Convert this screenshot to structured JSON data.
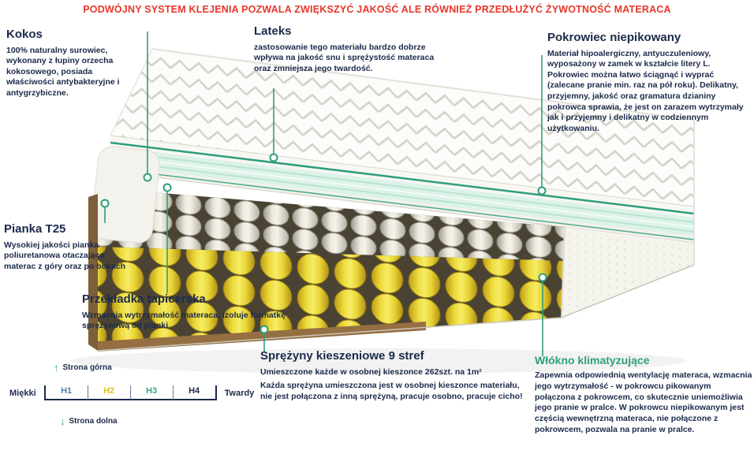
{
  "header": {
    "text": "PODWÓJNY SYSTEM KLEJENIA POZWALA ZWIĘKSZYĆ JAKOŚĆ ALE RÓWNIEŻ PRZEDŁUŻYĆ ŻYWOTNOŚĆ MATERACA",
    "color": "#E8362A"
  },
  "labels": {
    "kokos": {
      "title": "Kokos",
      "text": "100% naturalny surowiec, wykonany z łupiny orzecha kokosowego, posiada właściwości antybakteryjne i antygrzybiczne."
    },
    "lateks": {
      "title": "Lateks",
      "text": "zastosowanie tego materiału bardzo dobrze wpływa na jakość snu i sprężystość materaca oraz zmniejsza jego twardość."
    },
    "pokrowiec": {
      "title": "Pokrowiec niepikowany",
      "text": "Materiał hipoalergiczny, antyuczuleniowy, wyposażony w zamek w kształcie litery L. Pokrowiec można łatwo ściągnąć i wyprać (zalecane pranie min. raz na pół roku). Delikatny, przyjemny, jakość oraz gramatura dzianiny pokrowca sprawia, że jest on zarazem wytrzymały jak i przyjemny i delikatny w codziennym użytkowaniu."
    },
    "pianka": {
      "title": "Pianka T25",
      "text": "Wysokiej jakości pianka poliuretanowa otaczająca materac z góry oraz po bokach"
    },
    "przekladka": {
      "title": "Przekładka tapicerska",
      "text": "Wzmacnia wytrzymałość materaca, izoluje formatkę sprężynową od pianki"
    },
    "sprezyny": {
      "title": "Sprężyny kieszeniowe 9 stref",
      "text1": "Umieszczone każde w osobnej kieszonce 262szt. na 1m²",
      "text2": "Każda sprężyna umieszczona jest w osobnej kieszonce materiału, nie jest połączona z inną sprężyną, pracuje osobno, pracuje cicho!"
    },
    "wlokno": {
      "title": "Włókno klimatyzujące",
      "text": "Zapewnia odpowiednią wentylację materaca, wzmacnia jego wytrzymałość - w pokrowcu pikowanym połączona z pokrowcem, co skutecznie uniemożliwia jego pranie w pralce. W pokrowcu niepikowanym jest częścią wewnętrzną materaca, nie połączone z pokrowcem, pozwala na pranie w pralce."
    }
  },
  "scale": {
    "soft_label": "Miękki",
    "hard_label": "Twardy",
    "top_side": "Strona górna",
    "bottom_side": "Strona dolna",
    "levels": [
      {
        "label": "H1",
        "color": "#4D7FB3"
      },
      {
        "label": "H2",
        "color": "#DDBE2A"
      },
      {
        "label": "H3",
        "color": "#3AA788"
      },
      {
        "label": "H4",
        "color": "#1B2A4A"
      }
    ]
  },
  "icons": {
    "arrow_up": "↑",
    "arrow_down": "↓"
  },
  "colors": {
    "accent_teal": "#2E9E7E",
    "header_red": "#E8362A",
    "text_navy": "#1B2A4A",
    "spring_yellow": "#EFD83A",
    "wood_brown": "#8A6A42"
  }
}
